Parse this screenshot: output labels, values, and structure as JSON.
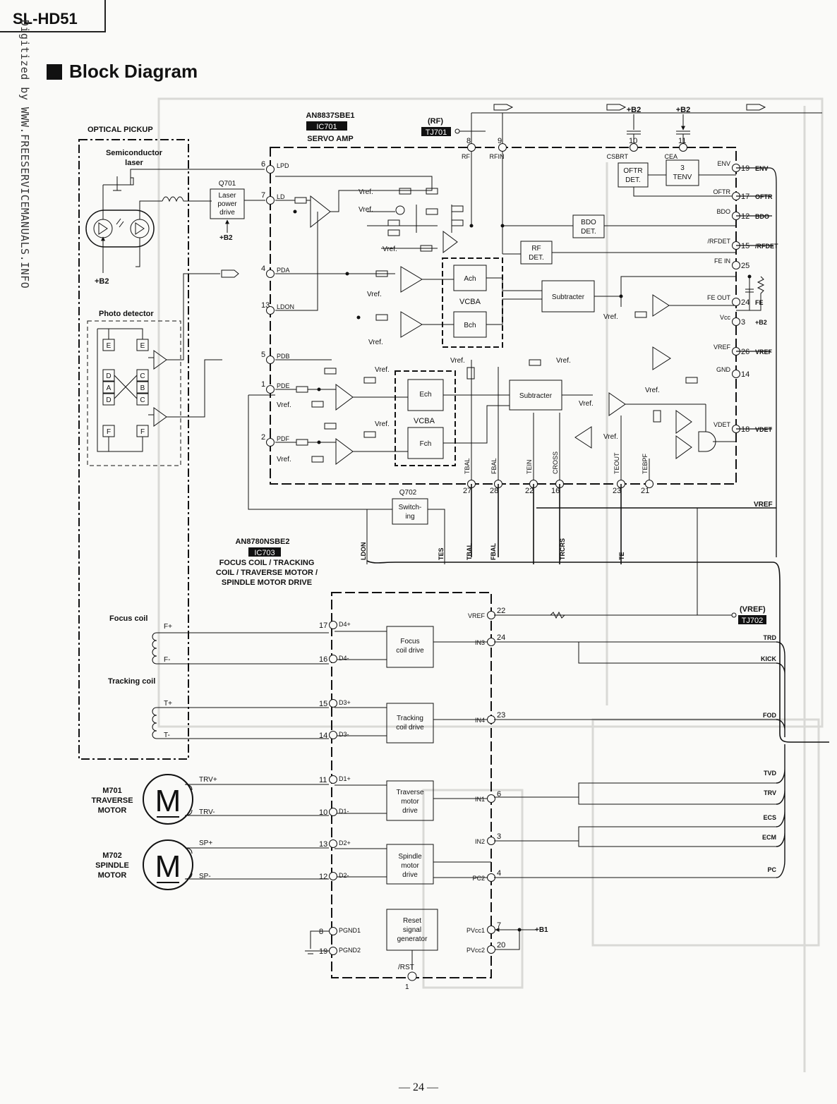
{
  "model": "SL-HD51",
  "watermark": "Digitized by WWW.FREESERVICEMANUALS.INFO",
  "heading": "Block Diagram",
  "page_number": "— 24 —",
  "optical_pickup": {
    "title": "OPTICAL PICKUP",
    "laser": "Semiconductor laser",
    "laser_l1": "Semiconductor",
    "laser_l2": "laser",
    "b2": "+B2",
    "photo_detector": "Photo detector",
    "cells": [
      "E",
      "E",
      "D",
      "A",
      "D",
      "C",
      "B",
      "C",
      "F",
      "F"
    ]
  },
  "q701": {
    "ref": "Q701",
    "l1": "Laser",
    "l2": "power",
    "l3": "drive",
    "b2": "+B2"
  },
  "ic701": {
    "part": "AN8837SBE1",
    "ref": "IC701",
    "name": "SERVO AMP",
    "rf": "(RF)",
    "tj": "TJ701",
    "pins_left": [
      {
        "num": "6",
        "name": "LPD"
      },
      {
        "num": "7",
        "name": "LD"
      },
      {
        "num": "4",
        "name": "PDA"
      },
      {
        "num": "13",
        "name": "LDON"
      },
      {
        "num": "5",
        "name": "PDB"
      },
      {
        "num": "1",
        "name": "PDE"
      },
      {
        "num": "2",
        "name": "PDF"
      }
    ],
    "pins_top": [
      {
        "num": "8",
        "name": "RF"
      },
      {
        "num": "9",
        "name": "RFIN"
      },
      {
        "num": "10",
        "name": "CSBRT"
      },
      {
        "num": "11",
        "name": "CEA"
      }
    ],
    "b2a": "+B2",
    "b2b": "+B2",
    "pins_right": [
      {
        "num": "19",
        "name": "ENV",
        "out": "ENV"
      },
      {
        "num": "17",
        "name": "OFTR",
        "out": "OFTR"
      },
      {
        "num": "12",
        "name": "BDO",
        "out": "BDO"
      },
      {
        "num": "15",
        "name": "/RFDET",
        "out": "/RFDET"
      },
      {
        "num": "25",
        "name": "FE IN",
        "out": ""
      },
      {
        "num": "24",
        "name": "FE OUT",
        "out": "FE"
      },
      {
        "num": "3",
        "name": "Vcc",
        "out": "+B2"
      },
      {
        "num": "26",
        "name": "VREF",
        "out": "VREF"
      },
      {
        "num": "14",
        "name": "GND",
        "out": ""
      },
      {
        "num": "18",
        "name": "VDET",
        "out": "VDET"
      }
    ],
    "pins_bottom": [
      {
        "num": "27",
        "name": "TBAL"
      },
      {
        "num": "28",
        "name": "FBAL"
      },
      {
        "num": "22",
        "name": "TEIN"
      },
      {
        "num": "16",
        "name": "CROSS"
      },
      {
        "num": "23",
        "name": "TEOUT"
      },
      {
        "num": "21",
        "name": "TEBPF"
      }
    ],
    "blocks": {
      "oftr": "OFTR DET.",
      "oftr_l1": "OFTR",
      "oftr_l2": "DET.",
      "tenv_l1": "3",
      "tenv_l2": "TENV",
      "bdo_l1": "BDO",
      "bdo_l2": "DET.",
      "rfdet_l1": "RF",
      "rfdet_l2": "DET.",
      "ach": "Ach",
      "bch": "Bch",
      "vcba1": "VCBA",
      "ech": "Ech",
      "fch": "Fch",
      "vcba2": "VCBA",
      "subtracter": "Subtracter"
    },
    "vref": "Vref."
  },
  "q702": {
    "ref": "Q702",
    "l1": "Switch-",
    "l2": "ing"
  },
  "bus_labels": [
    "LDON",
    "TES",
    "TBAL",
    "FBAL",
    "TRCRS",
    "TE"
  ],
  "vref_line": "VREF",
  "ic703": {
    "part": "AN8780NSBE2",
    "ref": "IC703",
    "desc1": "FOCUS COIL / TRACKING",
    "desc2": "COIL / TRAVERSE MOTOR /",
    "desc3": "SPINDLE MOTOR DRIVE",
    "pins_left": [
      {
        "num": "17",
        "name": "D4+"
      },
      {
        "num": "16",
        "name": "D4-"
      },
      {
        "num": "15",
        "name": "D3+"
      },
      {
        "num": "14",
        "name": "D3-"
      },
      {
        "num": "11",
        "name": "D1+"
      },
      {
        "num": "10",
        "name": "D1-"
      },
      {
        "num": "13",
        "name": "D2+"
      },
      {
        "num": "12",
        "name": "D2-"
      },
      {
        "num": "8",
        "name": "PGND1"
      },
      {
        "num": "19",
        "name": "PGND2"
      }
    ],
    "pins_right": [
      {
        "num": "22",
        "name": "VREF"
      },
      {
        "num": "24",
        "name": "IN3"
      },
      {
        "num": "23",
        "name": "IN4"
      },
      {
        "num": "6",
        "name": "IN1"
      },
      {
        "num": "3",
        "name": "IN2"
      },
      {
        "num": "4",
        "name": "PC2"
      },
      {
        "num": "7",
        "name": "PVcc1"
      },
      {
        "num": "20",
        "name": "PVcc2"
      }
    ],
    "rst": {
      "num": "1",
      "name": "/RST"
    },
    "b1": "+B1",
    "blocks": {
      "focus_l1": "Focus",
      "focus_l2": "coil drive",
      "track_l1": "Tracking",
      "track_l2": "coil drive",
      "trav_l1": "Traverse",
      "trav_l2": "motor",
      "trav_l3": "drive",
      "spin_l1": "Spindle",
      "spin_l2": "motor",
      "spin_l3": "drive",
      "reset_l1": "Reset",
      "reset_l2": "signal",
      "reset_l3": "generator"
    }
  },
  "tj702": {
    "label": "(VREF)",
    "ref": "TJ702"
  },
  "right_signals": [
    "TRD",
    "KICK",
    "FOD",
    "TVD",
    "TRV",
    "ECS",
    "ECM",
    "PC"
  ],
  "coils": {
    "focus": "Focus coil",
    "fplus": "F+",
    "fminus": "F-",
    "tracking": "Tracking coil",
    "tplus": "T+",
    "tminus": "T-"
  },
  "motors": {
    "m701_ref": "M701",
    "m701_l1": "TRAVERSE",
    "m701_l2": "MOTOR",
    "trvp": "TRV+",
    "trvm": "TRV-",
    "m702_ref": "M702",
    "m702_l1": "SPINDLE",
    "m702_l2": "MOTOR",
    "spp": "SP+",
    "spm": "SP-",
    "glyph": "M"
  }
}
